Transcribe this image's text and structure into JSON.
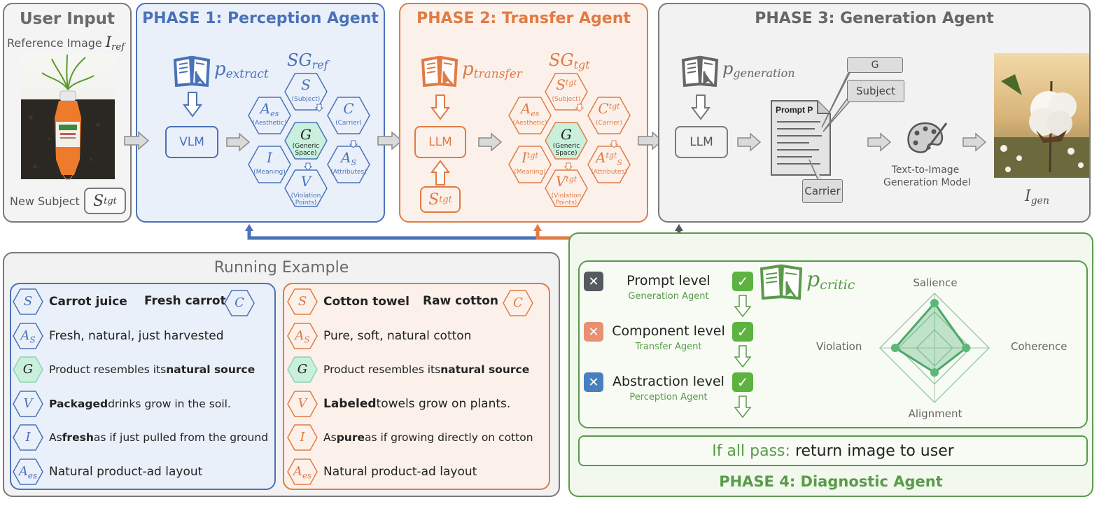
{
  "user_input": {
    "title": "User Input",
    "reference_label": "Reference Image",
    "reference_symbol": "I",
    "reference_sub": "ref",
    "new_subject_label": "New Subject",
    "new_subject_symbol": "S",
    "new_subject_sub": "tgt"
  },
  "phase1": {
    "title": "PHASE 1: Perception Agent",
    "prompt_symbol": "p",
    "prompt_sub": "extract",
    "model": "VLM",
    "sg_symbol": "SG",
    "sg_sub": "ref",
    "hexes": {
      "s": {
        "sym": "S",
        "sup": "",
        "sub": "",
        "label": "(Subject)"
      },
      "c": {
        "sym": "C",
        "sup": "",
        "sub": "",
        "label": "(Carrier)"
      },
      "aes": {
        "sym": "A",
        "sup": "",
        "sub": "es",
        "label": "(Aesthetic)"
      },
      "g": {
        "sym": "G",
        "sup": "",
        "sub": "",
        "label": "(Generic Space)"
      },
      "as": {
        "sym": "A",
        "sup": "",
        "sub": "S",
        "label": "(Attributes)"
      },
      "i": {
        "sym": "I",
        "sup": "",
        "sub": "",
        "label": "(Meaning)"
      },
      "v": {
        "sym": "V",
        "sup": "",
        "sub": "",
        "label": "(Violation Points)"
      }
    }
  },
  "phase2": {
    "title": "PHASE 2: Transfer Agent",
    "prompt_symbol": "p",
    "prompt_sub": "transfer",
    "model": "LLM",
    "input_symbol": "S",
    "input_sub": "tgt",
    "sg_symbol": "SG",
    "sg_sub": "tgt",
    "hexes": {
      "s": {
        "sym": "S",
        "sup": "tgt",
        "sub": "",
        "label": "(Subject)"
      },
      "c": {
        "sym": "C",
        "sup": "tgt",
        "sub": "",
        "label": "(Carrier)"
      },
      "aes": {
        "sym": "A",
        "sup": "",
        "sub": "es",
        "label": "(Aesthetic)"
      },
      "g": {
        "sym": "G",
        "sup": "",
        "sub": "",
        "label": "(Generic Space)"
      },
      "as": {
        "sym": "A",
        "sup": "tgt",
        "sub": "S",
        "label": "(Attributes)"
      },
      "i": {
        "sym": "I",
        "sup": "tgt",
        "sub": "",
        "label": "(Meaning)"
      },
      "v": {
        "sym": "V",
        "sup": "tgt",
        "sub": "",
        "label": "(Violation Points)"
      }
    }
  },
  "phase3": {
    "title": "PHASE 3: Generation Agent",
    "prompt_symbol": "p",
    "prompt_sub": "generation",
    "model": "LLM",
    "doc_title": "Prompt P",
    "callout_g": "G",
    "callout_subject": "Subject",
    "callout_carrier": "Carrier",
    "t2i_label_1": "Text-to-Image",
    "t2i_label_2": "Generation Model",
    "output_symbol": "I",
    "output_sub": "gen"
  },
  "running_example": {
    "title": "Running Example",
    "left": [
      {
        "sym": "S",
        "sub": "",
        "parts": [
          {
            "b": "Carrot juice"
          }
        ]
      },
      {
        "sym": "A",
        "sub": "S",
        "parts": [
          {
            "t": "Fresh, natural, just harvested"
          }
        ]
      },
      {
        "sym": "G",
        "sub": "",
        "parts": [
          {
            "t": "Product resembles its "
          },
          {
            "b": "natural source"
          }
        ]
      },
      {
        "sym": "V",
        "sub": "",
        "parts": [
          {
            "b": "Packaged"
          },
          {
            "t": " drinks grow in the soil."
          }
        ]
      },
      {
        "sym": "I",
        "sub": "",
        "parts": [
          {
            "t": "As "
          },
          {
            "b": "fresh"
          },
          {
            "t": " as if just pulled from the ground"
          }
        ]
      },
      {
        "sym": "A",
        "sub": "es",
        "parts": [
          {
            "t": "Natural product-ad layout"
          }
        ]
      }
    ],
    "left_carrier_text": "Fresh carrot",
    "left_carrier_sym": "C",
    "right": [
      {
        "sym": "S",
        "sub": "",
        "parts": [
          {
            "b": "Cotton towel"
          }
        ]
      },
      {
        "sym": "A",
        "sub": "S",
        "parts": [
          {
            "t": "Pure, soft, natural cotton"
          }
        ]
      },
      {
        "sym": "G",
        "sub": "",
        "parts": [
          {
            "t": "Product resembles its "
          },
          {
            "b": "natural source"
          }
        ]
      },
      {
        "sym": "V",
        "sub": "",
        "parts": [
          {
            "b": "Labeled"
          },
          {
            "t": " towels grow on plants."
          }
        ]
      },
      {
        "sym": "I",
        "sub": "",
        "parts": [
          {
            "t": "As "
          },
          {
            "b": "pure"
          },
          {
            "t": " as if growing directly on cotton"
          }
        ]
      },
      {
        "sym": "A",
        "sub": "es",
        "parts": [
          {
            "t": "Natural product-ad layout"
          }
        ]
      }
    ],
    "right_carrier_text": "Raw cotton",
    "right_carrier_sym": "C"
  },
  "phase4": {
    "title": "PHASE 4: Diagnostic Agent",
    "prompt_symbol": "p",
    "prompt_sub": "critic",
    "levels": [
      {
        "name": "Prompt level",
        "agent": "Generation Agent",
        "color": "#555a60"
      },
      {
        "name": "Component level",
        "agent": "Transfer Agent",
        "color": "#e89070"
      },
      {
        "name": "Abstraction level",
        "agent": "Perception Agent",
        "color": "#4a7fbf"
      }
    ],
    "radar_axes": [
      "Salience",
      "Coherence",
      "Alignment",
      "Violation"
    ],
    "radar_values": [
      0.82,
      0.58,
      0.45,
      0.72
    ],
    "pass_label": "If all pass:",
    "pass_action": "return image to user"
  },
  "colors": {
    "blue": "#4a72b8",
    "orange": "#e07b45",
    "gray": "#7a7a7a",
    "green": "#5a9a4a",
    "hexgreen": "#c8f0dc"
  }
}
